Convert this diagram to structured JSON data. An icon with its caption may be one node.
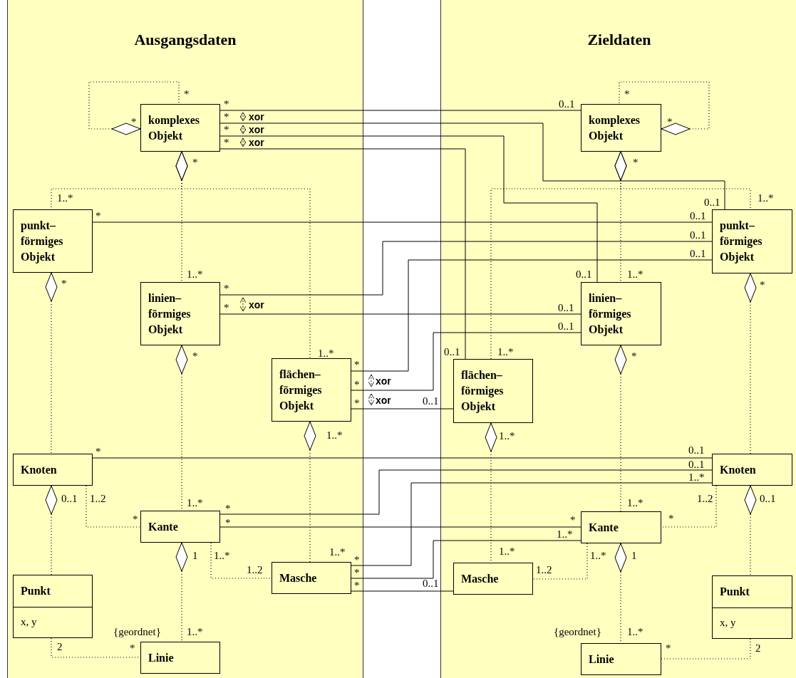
{
  "diagram": {
    "nodes": [
      {
        "text": [
          "Ausgangsdaten"
        ]
      },
      {
        "text": [
          "komplexes Objekt"
        ],
        "in": 0
      },
      {
        "text": [
          "punkt– förmiges Objekt"
        ],
        "in": 0
      },
      {
        "text": [
          "linien– förmiges Objekt"
        ],
        "in": 0
      },
      {
        "text": [
          "flächen– förmiges Objekt"
        ],
        "in": 0
      },
      {
        "text": [
          "Knoten"
        ],
        "in": 0
      },
      {
        "text": [
          "Kante"
        ],
        "in": 0
      },
      {
        "text": [
          "Masche"
        ],
        "in": 0
      },
      {
        "text": [
          "Punkt",
          "x, y"
        ],
        "in": 0
      },
      {
        "text": [
          "Linie"
        ],
        "in": 0
      },
      {
        "text": [
          "Zieldaten"
        ]
      },
      {
        "text": [
          "komplexes Objekt"
        ],
        "in": 10
      },
      {
        "text": [
          "punkt– förmiges Objekt"
        ],
        "in": 10
      },
      {
        "text": [
          "linien– förmiges Objekt"
        ],
        "in": 10
      },
      {
        "text": [
          "flächen– förmiges Objekt"
        ],
        "in": 10
      },
      {
        "text": [
          "Knoten"
        ],
        "in": 10
      },
      {
        "text": [
          "Kante"
        ],
        "in": 10
      },
      {
        "text": [
          "Masche"
        ],
        "in": 10
      },
      {
        "text": [
          "Punkt",
          "x, y"
        ],
        "in": 10
      },
      {
        "text": [
          "Linie"
        ],
        "in": 10
      }
    ],
    "edges": [
      {
        "from": 1,
        "to": 1,
        "arrow": "other",
        "style": "dashed"
      },
      {
        "from": 1,
        "to": 2,
        "arrow": "other",
        "style": "dashed"
      },
      {
        "from": 1,
        "to": 3,
        "arrow": "other",
        "style": "dashed"
      },
      {
        "from": 1,
        "to": 4,
        "arrow": "other",
        "style": "dashed"
      },
      {
        "from": 2,
        "to": 5,
        "arrow": "other",
        "style": "dashed"
      },
      {
        "from": 3,
        "to": 6,
        "arrow": "other",
        "style": "dashed"
      },
      {
        "from": 4,
        "to": 7,
        "arrow": "other",
        "style": "dashed"
      },
      {
        "from": 5,
        "to": 8,
        "arrow": "other",
        "style": "dashed"
      },
      {
        "from": 5,
        "to": 6,
        "arrow": "none",
        "style": "dashed"
      },
      {
        "from": 6,
        "to": 9,
        "arrow": "other",
        "style": "dashed",
        "label": "{geordnet}"
      },
      {
        "from": 6,
        "to": 7,
        "arrow": "none",
        "style": "dashed"
      },
      {
        "from": 8,
        "to": 9,
        "arrow": "none",
        "style": "dashed"
      },
      {
        "from": 1,
        "to": 11,
        "arrow": "none"
      },
      {
        "from": 1,
        "to": 12,
        "arrow": "none"
      },
      {
        "from": 1,
        "to": 13,
        "arrow": "none"
      },
      {
        "from": 1,
        "to": 14,
        "arrow": "none"
      },
      {
        "from": 2,
        "to": 12,
        "arrow": "none"
      },
      {
        "from": 3,
        "to": 12,
        "arrow": "none"
      },
      {
        "from": 3,
        "to": 13,
        "arrow": "none"
      },
      {
        "from": 4,
        "to": 12,
        "arrow": "none"
      },
      {
        "from": 4,
        "to": 13,
        "arrow": "none"
      },
      {
        "from": 4,
        "to": 14,
        "arrow": "none"
      },
      {
        "from": 5,
        "to": 15,
        "arrow": "none"
      },
      {
        "from": 6,
        "to": 15,
        "arrow": "none"
      },
      {
        "from": 6,
        "to": 16,
        "arrow": "none"
      },
      {
        "from": 7,
        "to": 15,
        "arrow": "none"
      },
      {
        "from": 7,
        "to": 16,
        "arrow": "none"
      },
      {
        "from": 7,
        "to": 17,
        "arrow": "none"
      },
      {
        "from": 11,
        "to": 11,
        "arrow": "other",
        "style": "dashed"
      },
      {
        "from": 11,
        "to": 12,
        "arrow": "other",
        "style": "dashed"
      },
      {
        "from": 11,
        "to": 13,
        "arrow": "other",
        "style": "dashed"
      },
      {
        "from": 11,
        "to": 14,
        "arrow": "other",
        "style": "dashed"
      },
      {
        "from": 12,
        "to": 15,
        "arrow": "other",
        "style": "dashed"
      },
      {
        "from": 13,
        "to": 16,
        "arrow": "other",
        "style": "dashed"
      },
      {
        "from": 14,
        "to": 17,
        "arrow": "other",
        "style": "dashed"
      },
      {
        "from": 15,
        "to": 18,
        "arrow": "other",
        "style": "dashed"
      },
      {
        "from": 15,
        "to": 16,
        "arrow": "none",
        "style": "dashed"
      },
      {
        "from": 16,
        "to": 19,
        "arrow": "other",
        "style": "dashed",
        "label": "{geordnet}"
      },
      {
        "from": 16,
        "to": 17,
        "arrow": "none",
        "style": "dashed"
      },
      {
        "from": 18,
        "to": 19,
        "arrow": "none",
        "style": "dashed"
      }
    ],
    "labels": [
      "*",
      "*",
      "*",
      "*",
      "xor",
      "*",
      "xor",
      "*",
      "xor",
      "0..1",
      "*",
      "*",
      "*",
      "*",
      "1..*",
      "0..1",
      "1..*",
      "*",
      "0..1",
      "0..1",
      "0..1",
      "1..*",
      "0..1",
      "1..*",
      "*",
      "*",
      "*",
      "*",
      "xor",
      "0..1",
      "0..1",
      "1..*",
      "0..1",
      "1..*",
      "*",
      "*",
      "*",
      "*",
      "xor",
      "*",
      "xor",
      "0..1",
      "1..*",
      "1..*",
      "*",
      "0..1",
      "0..1",
      "1..*",
      "0..1",
      "1..2",
      "1..2",
      "0..1",
      "1..*",
      "1..*",
      "*",
      "*",
      "*",
      "*",
      "*",
      "1..*",
      "1..*",
      "1..*",
      "1",
      "1..*",
      "1..*",
      "1",
      "*",
      "1..2",
      "1..2",
      "*",
      "*",
      "0..1",
      "1..*",
      "1..*",
      "2",
      "*",
      "2",
      "*"
    ]
  }
}
